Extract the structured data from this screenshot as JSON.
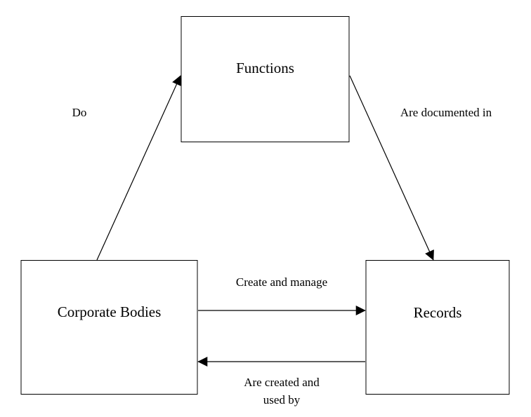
{
  "nodes": {
    "functions": {
      "label": "Functions"
    },
    "corporate_bodies": {
      "label": "Corporate Bodies"
    },
    "records": {
      "label": "Records"
    }
  },
  "edges": {
    "do": {
      "label": "Do"
    },
    "documented": {
      "label": "Are documented in"
    },
    "create_manage": {
      "label": "Create and manage"
    },
    "created_used": {
      "line1": "Are created and",
      "line2": "used by"
    }
  }
}
